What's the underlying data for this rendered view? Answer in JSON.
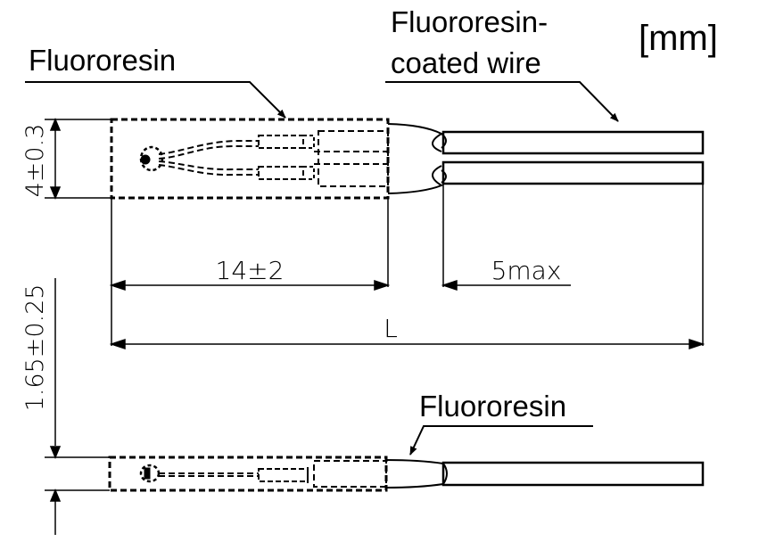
{
  "units": "[mm]",
  "top_view": {
    "label_fluororesin": "Fluororesin",
    "label_wire_line1": "Fluororesin-",
    "label_wire_line2": "coated wire",
    "dim_width": "4±0.3",
    "dim_body_length": "14±2",
    "dim_gap": "5max",
    "dim_total": "L"
  },
  "side_view": {
    "label_fluororesin": "Fluororesin",
    "dim_thickness": "1.65±0.25"
  }
}
